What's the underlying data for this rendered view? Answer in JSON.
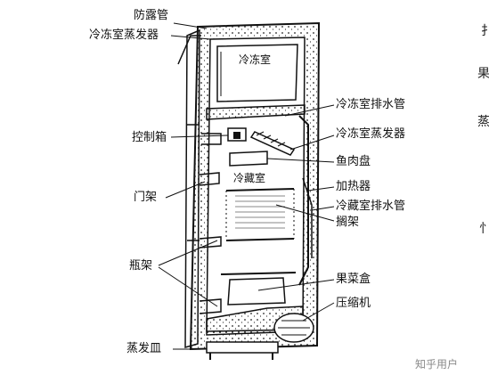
{
  "labels": {
    "anti_dew_pipe": "防露管",
    "freezer_evaporator_top": "冷冻室蒸发器",
    "freezer": "冷冻室",
    "freezer_drain_pipe": "冷冻室排水管",
    "control_box": "控制箱",
    "freezer_evaporator_mid": "冷冻室蒸发器",
    "meat_tray": "鱼肉盘",
    "refrigerator": "冷藏室",
    "heater": "加热器",
    "door_rack": "门架",
    "fridge_drain_pipe": "冷藏室排水管",
    "shelf": "搁架",
    "bottle_rack": "瓶架",
    "crisper": "果菜盒",
    "compressor": "压缩机",
    "evaporation_tray": "蒸发皿"
  },
  "edge_text": [
    "扌",
    "果",
    "蒸",
    "忄"
  ],
  "watermark": "知乎用户",
  "colors": {
    "ink": "#111111",
    "paper": "#ffffff"
  }
}
